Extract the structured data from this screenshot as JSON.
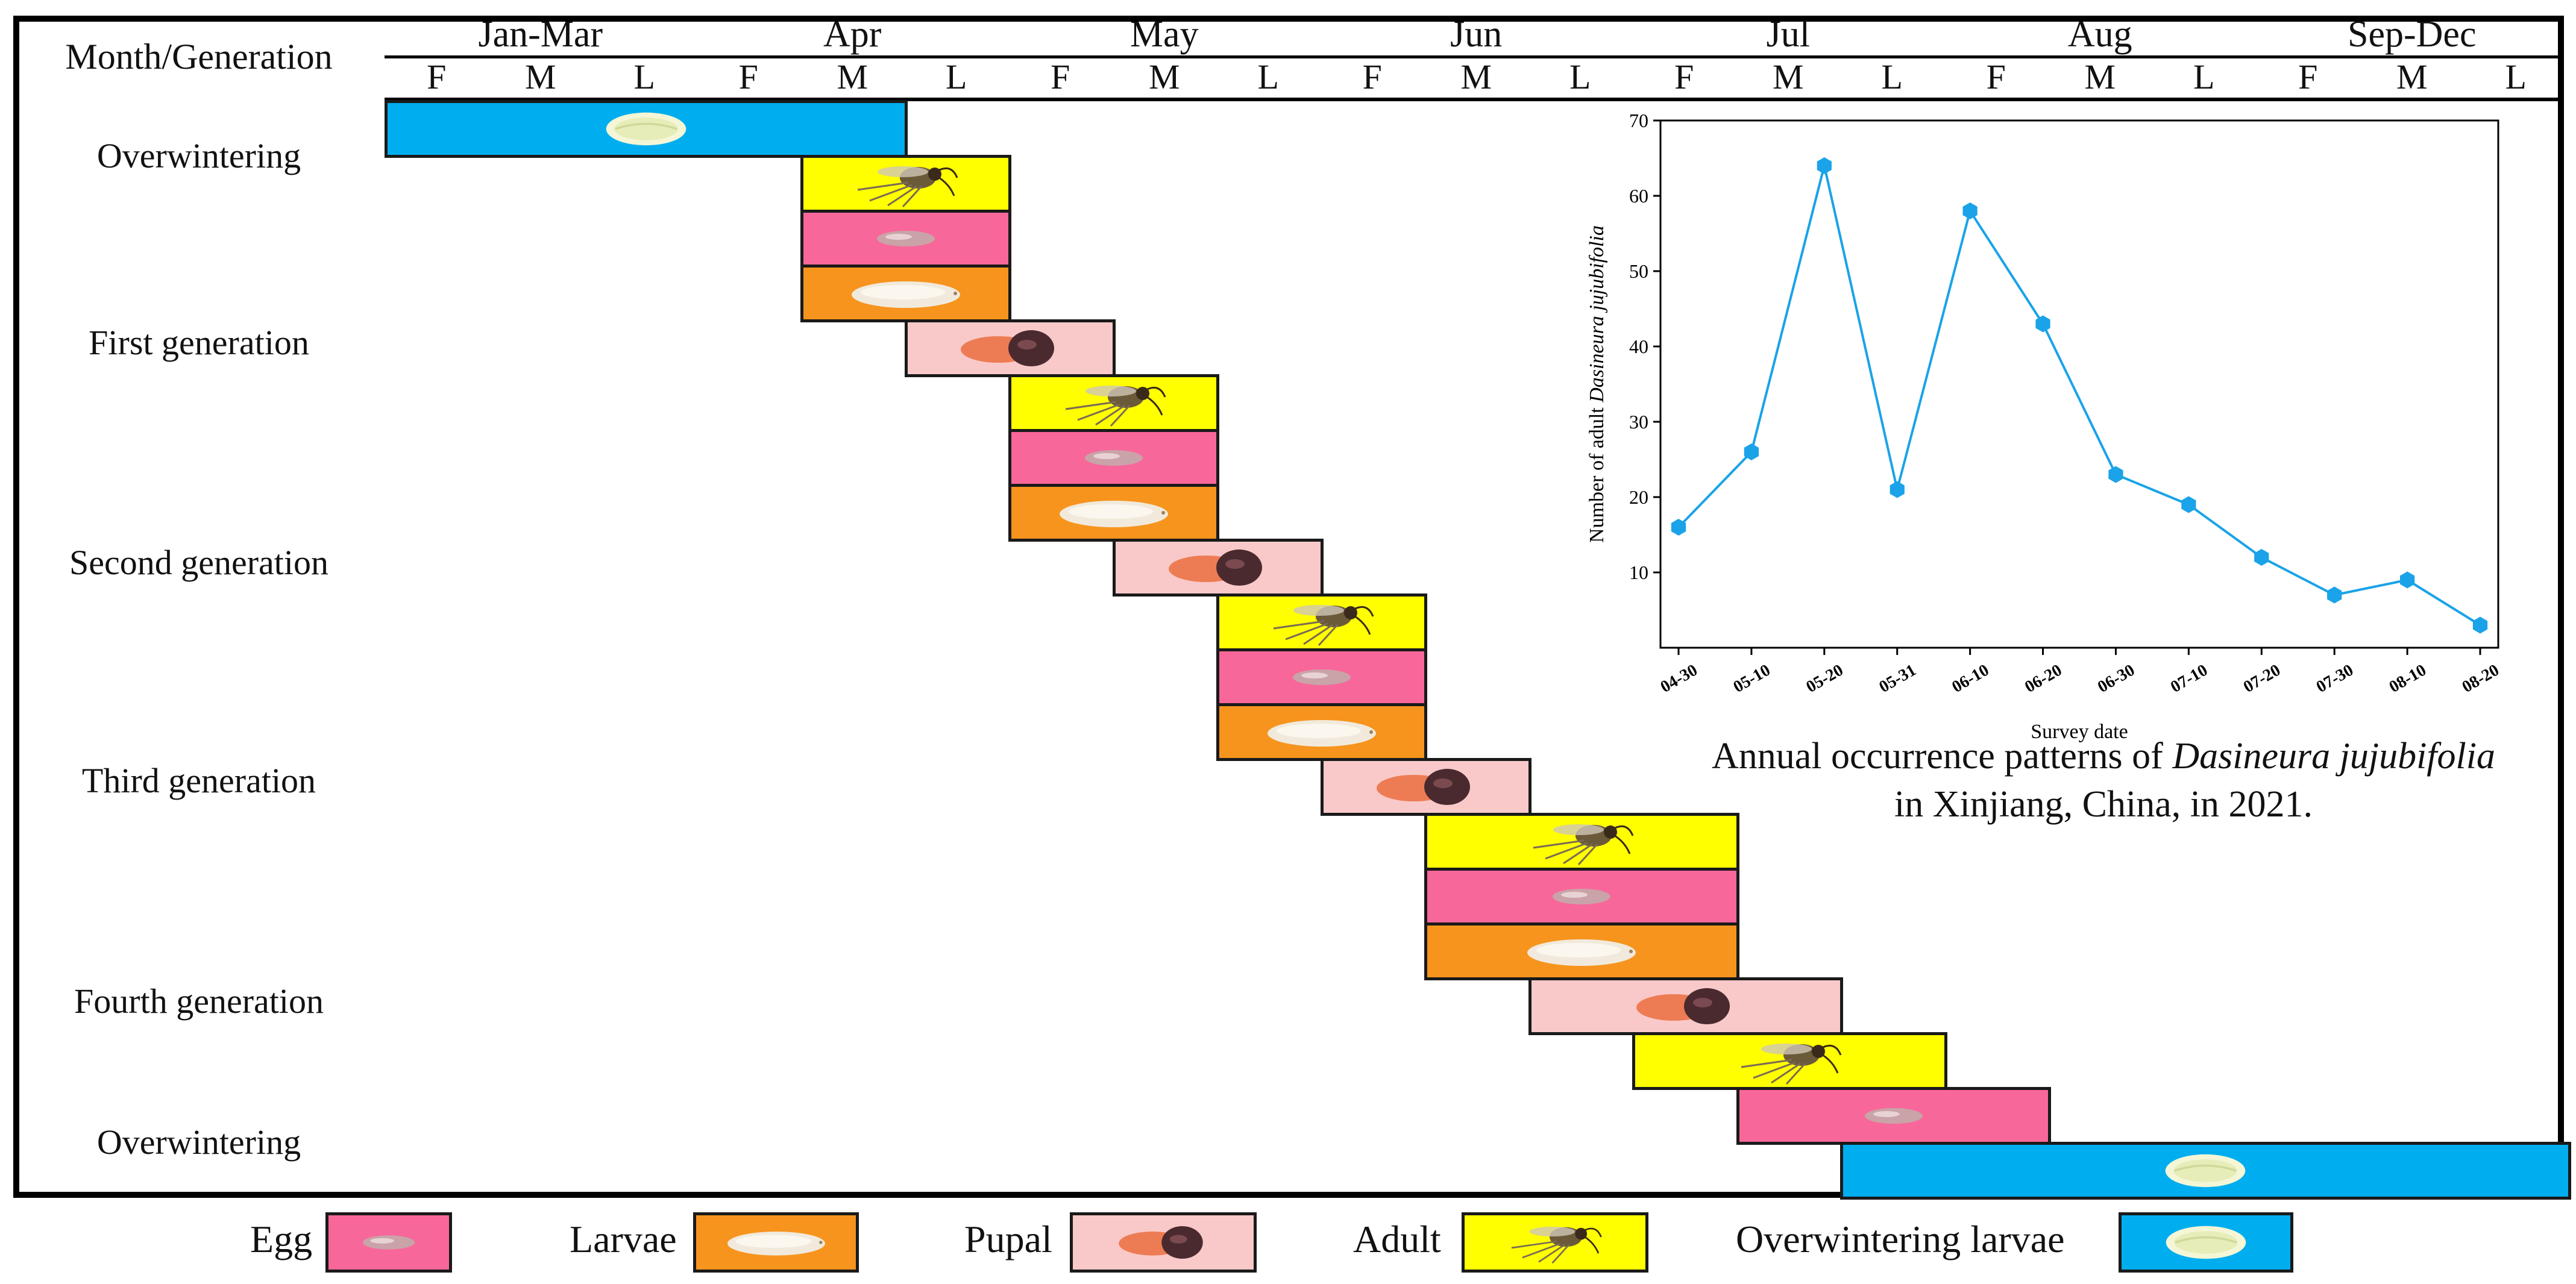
{
  "header": {
    "corner_label": "Month/Generation",
    "months": [
      "Jan-Mar",
      "Apr",
      "May",
      "Jun",
      "Jul",
      "Aug",
      "Sep-Dec"
    ],
    "periods": [
      "F",
      "M",
      "L",
      "F",
      "M",
      "L",
      "F",
      "M",
      "L",
      "F",
      "M",
      "L",
      "F",
      "M",
      "L",
      "F",
      "M",
      "L",
      "F",
      "M",
      "L"
    ]
  },
  "generations": [
    {
      "label": "Overwintering"
    },
    {
      "label": "First generation"
    },
    {
      "label": "Second generation"
    },
    {
      "label": "Third generation"
    },
    {
      "label": "Fourth generation"
    },
    {
      "label": "Overwintering"
    }
  ],
  "stage_colors": {
    "egg": "#f8679a",
    "larvae": "#f7941d",
    "pupal": "#f9c9c9",
    "adult": "#ffff00",
    "overwintering": "#00aeef"
  },
  "bars": [
    {
      "stage": "overwintering",
      "start": 0,
      "end": 5,
      "row": 0
    },
    {
      "stage": "adult",
      "start": 4,
      "end": 6,
      "row": 1
    },
    {
      "stage": "egg",
      "start": 4,
      "end": 6,
      "row": 2
    },
    {
      "stage": "larvae",
      "start": 4,
      "end": 6,
      "row": 3
    },
    {
      "stage": "pupal",
      "start": 5,
      "end": 7,
      "row": 4
    },
    {
      "stage": "adult",
      "start": 6,
      "end": 8,
      "row": 5
    },
    {
      "stage": "egg",
      "start": 6,
      "end": 8,
      "row": 6
    },
    {
      "stage": "larvae",
      "start": 6,
      "end": 8,
      "row": 7
    },
    {
      "stage": "pupal",
      "start": 7,
      "end": 9,
      "row": 8
    },
    {
      "stage": "adult",
      "start": 8,
      "end": 10,
      "row": 9
    },
    {
      "stage": "egg",
      "start": 8,
      "end": 10,
      "row": 10
    },
    {
      "stage": "larvae",
      "start": 8,
      "end": 10,
      "row": 11
    },
    {
      "stage": "pupal",
      "start": 9,
      "end": 11,
      "row": 12
    },
    {
      "stage": "adult",
      "start": 10,
      "end": 13,
      "row": 13
    },
    {
      "stage": "egg",
      "start": 10,
      "end": 13,
      "row": 14
    },
    {
      "stage": "larvae",
      "start": 10,
      "end": 13,
      "row": 15
    },
    {
      "stage": "pupal",
      "start": 11,
      "end": 14,
      "row": 16
    },
    {
      "stage": "adult",
      "start": 12,
      "end": 15,
      "row": 17
    },
    {
      "stage": "egg",
      "start": 13,
      "end": 16,
      "row": 18
    },
    {
      "stage": "overwintering",
      "start": 14,
      "end": 21,
      "row": 19
    }
  ],
  "legend": [
    {
      "stage": "egg",
      "label": "Egg"
    },
    {
      "stage": "larvae",
      "label": "Larvae"
    },
    {
      "stage": "pupal",
      "label": "Pupal"
    },
    {
      "stage": "adult",
      "label": "Adult"
    },
    {
      "stage": "overwintering",
      "label": "Overwintering larvae"
    }
  ],
  "chart_data": {
    "type": "line",
    "x": [
      "04-30",
      "05-10",
      "05-20",
      "05-31",
      "06-10",
      "06-20",
      "06-30",
      "07-10",
      "07-20",
      "07-30",
      "08-10",
      "08-20"
    ],
    "values": [
      16,
      26,
      64,
      21,
      58,
      43,
      23,
      19,
      12,
      7,
      9,
      3
    ],
    "xlabel": "Survey date",
    "ylabel_prefix": "Number of adult",
    "ylabel_species": "Dasineura jujubifolia",
    "ylim": [
      0,
      70
    ],
    "yticks": [
      10,
      20,
      30,
      40,
      50,
      60,
      70
    ],
    "color": "#1aa3e8",
    "grid": false
  },
  "caption": {
    "line1_prefix": "Annual occurrence patterns of ",
    "line1_species": "Dasineura jujubifolia",
    "line2": "in Xinjiang, China, in 2021."
  }
}
